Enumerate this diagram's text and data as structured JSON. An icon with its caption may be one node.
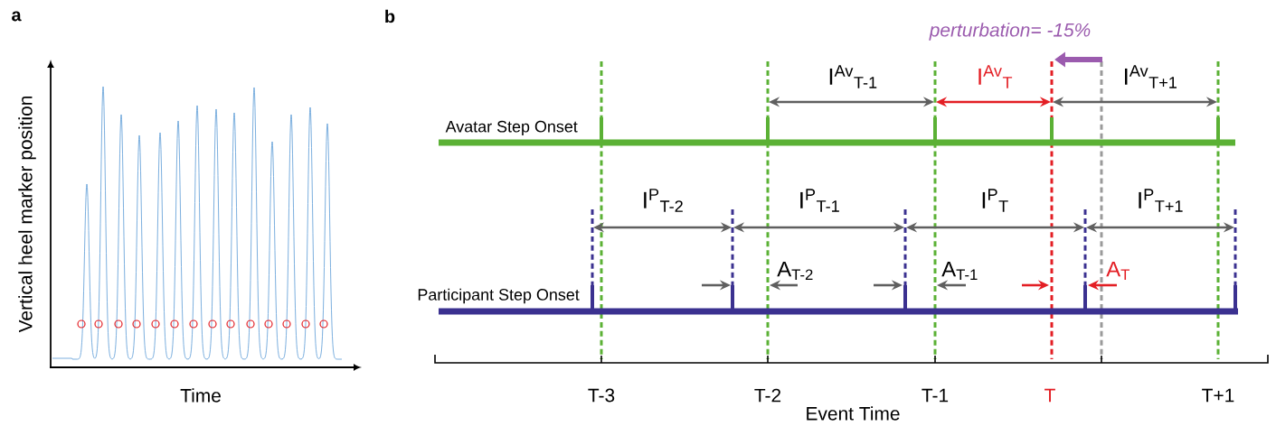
{
  "diagram": {
    "labels": [
      "a",
      "Vertical heel marker position",
      "Time",
      "b",
      "perturbation= -15%",
      "I$^{Av}$$_{T-1}$",
      "I$^{Av}$$_{T}$",
      "I$^{Av}$$_{T+1}$",
      "Avatar Step Onset",
      "I$^{P}$$_{T-2}$",
      "I$^{P}$$_{T-1}$",
      "I$^{P}$$_{T}$",
      "I$^{P}$$_{T+1}$",
      "A$_{T-2}$",
      "A$_{T-1}$",
      "A$_{T}$",
      "Participant Step Onset",
      "T-3",
      "T-2",
      "T-1",
      "T",
      "T+1",
      "Event Time"
    ]
  }
}
